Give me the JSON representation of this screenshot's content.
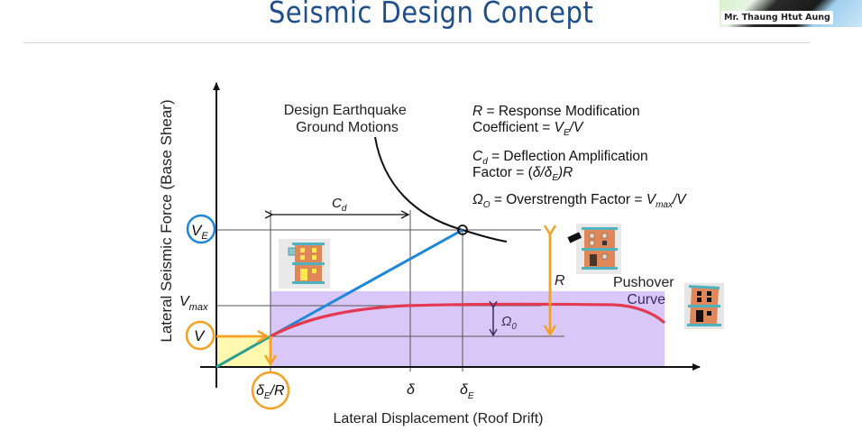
{
  "slide": {
    "title": "Seismic Design Concept",
    "presenter": "Mr. Thaung Htut Aung"
  },
  "diagram": {
    "y_axis_label": "Lateral Seismic Force (Base Shear)",
    "x_axis_label": "Lateral Displacement (Roof Drift)",
    "y_marks": {
      "ve": {
        "main": "V",
        "sub": "E"
      },
      "vmax": {
        "main": "V",
        "sub": "max"
      },
      "v": {
        "main": "V"
      }
    },
    "x_marks": {
      "de_r": {
        "main": "δ",
        "sub": "E",
        "suffix": "/R"
      },
      "delta": {
        "main": "δ"
      },
      "de": {
        "main": "δ",
        "sub": "E"
      }
    },
    "design_eq_label": [
      "Design Earthquake",
      "Ground Motions"
    ],
    "cd_dim_label": {
      "main": "C",
      "sub": "d"
    },
    "r_arrow_label": "R",
    "omega_label": {
      "main": "Ω",
      "sub": "0"
    },
    "pushover_label": [
      "Pushover",
      "Curve"
    ],
    "definitions": {
      "r": {
        "symbol": "R",
        "text1": " = Response Modification",
        "text2": "Coefficient = ",
        "formula": "V",
        "formula_sub": "E",
        "formula_tail": "/V"
      },
      "cd": {
        "symbol": "C",
        "symbol_sub": "d",
        "text1": " = Deflection Amplification",
        "text2": "Factor = (",
        "f1": "δ/δ",
        "f1_sub": "E",
        "f_tail": ")R"
      },
      "omega": {
        "symbol": "Ω",
        "symbol_sub": "O",
        "text1": " = Overstrength Factor = ",
        "f": "V",
        "f_sub": "max",
        "f_tail": "/V"
      }
    },
    "colors": {
      "elastic_line": "#1e88d8",
      "pushover_curve": "#e23a52",
      "design_shading": "#d9c8f7",
      "elastic_shading": "#fff9b0",
      "highlight_orange": "#f5a123",
      "ve_circle": "#1e88d8",
      "initial_segment": "#2a9d8f"
    },
    "buildings": [
      "intact-building",
      "damaged-building",
      "collapsed-building"
    ]
  }
}
